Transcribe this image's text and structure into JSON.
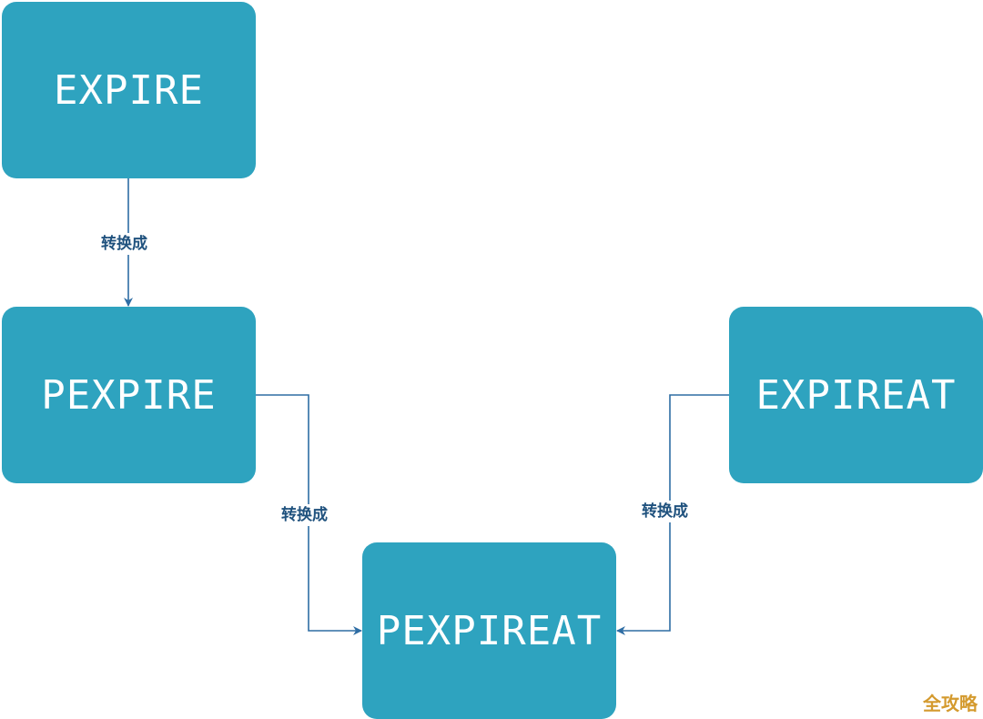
{
  "nodes": {
    "expire": "EXPIRE",
    "pexpire": "PEXPIRE",
    "expireat": "EXPIREAT",
    "pexpireat": "PEXPIREAT"
  },
  "edges": [
    {
      "from": "EXPIRE",
      "to": "PEXPIRE",
      "label": "转换成"
    },
    {
      "from": "PEXPIRE",
      "to": "PEXPIREAT",
      "label": "转换成"
    },
    {
      "from": "EXPIREAT",
      "to": "PEXPIREAT",
      "label": "转换成"
    }
  ],
  "watermark": "全攻略",
  "colors": {
    "node_fill": "#2ea3bf",
    "node_text": "#ffffff",
    "edge": "#2e6da4",
    "edge_label": "#20527e",
    "watermark": "#d49a2e"
  }
}
